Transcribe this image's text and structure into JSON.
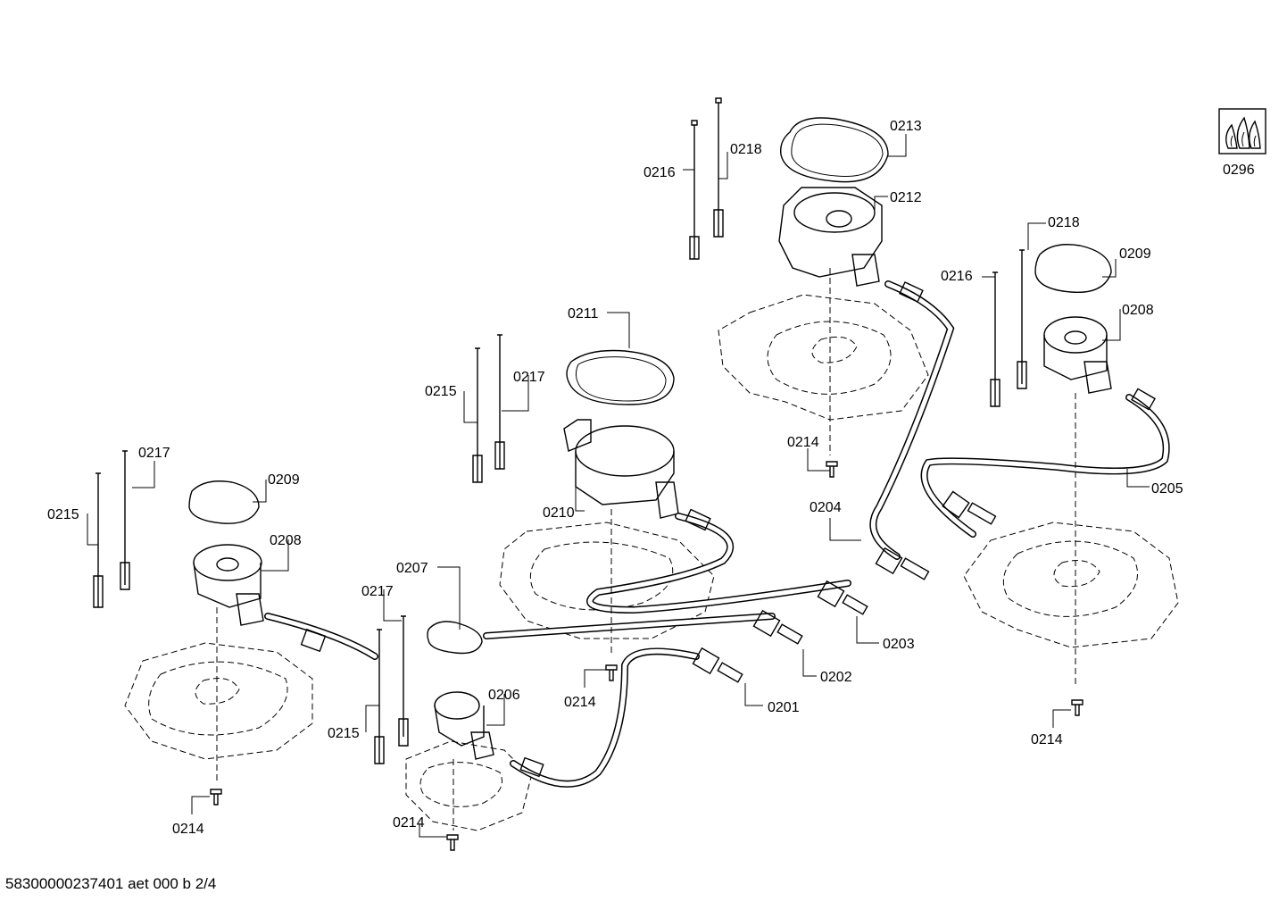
{
  "footer": {
    "document_code": "58300000237401 aet 000 b 2/4"
  },
  "legend": {
    "label": "0296",
    "icon": "flame-icon"
  },
  "callouts": [
    {
      "id": "0216",
      "text": "0216"
    },
    {
      "id": "0218",
      "text": "0218"
    },
    {
      "id": "0213",
      "text": "0213"
    },
    {
      "id": "0212",
      "text": "0212"
    },
    {
      "id": "0218b",
      "text": "0218"
    },
    {
      "id": "0209a",
      "text": "0209"
    },
    {
      "id": "0216b",
      "text": "0216"
    },
    {
      "id": "0208a",
      "text": "0208"
    },
    {
      "id": "0211",
      "text": "0211"
    },
    {
      "id": "0215a",
      "text": "0215"
    },
    {
      "id": "0217a",
      "text": "0217"
    },
    {
      "id": "0214a",
      "text": "0214"
    },
    {
      "id": "0205",
      "text": "0205"
    },
    {
      "id": "0204",
      "text": "0204"
    },
    {
      "id": "0210",
      "text": "0210"
    },
    {
      "id": "0217b",
      "text": "0217"
    },
    {
      "id": "0209b",
      "text": "0209"
    },
    {
      "id": "0215b",
      "text": "0215"
    },
    {
      "id": "0208b",
      "text": "0208"
    },
    {
      "id": "0207",
      "text": "0207"
    },
    {
      "id": "0217c",
      "text": "0217"
    },
    {
      "id": "0203",
      "text": "0203"
    },
    {
      "id": "0202",
      "text": "0202"
    },
    {
      "id": "0214b",
      "text": "0214"
    },
    {
      "id": "0206",
      "text": "0206"
    },
    {
      "id": "0201",
      "text": "0201"
    },
    {
      "id": "0214c",
      "text": "0214"
    },
    {
      "id": "0215c",
      "text": "0215"
    },
    {
      "id": "0214d",
      "text": "0214"
    },
    {
      "id": "0214e",
      "text": "0214"
    }
  ]
}
